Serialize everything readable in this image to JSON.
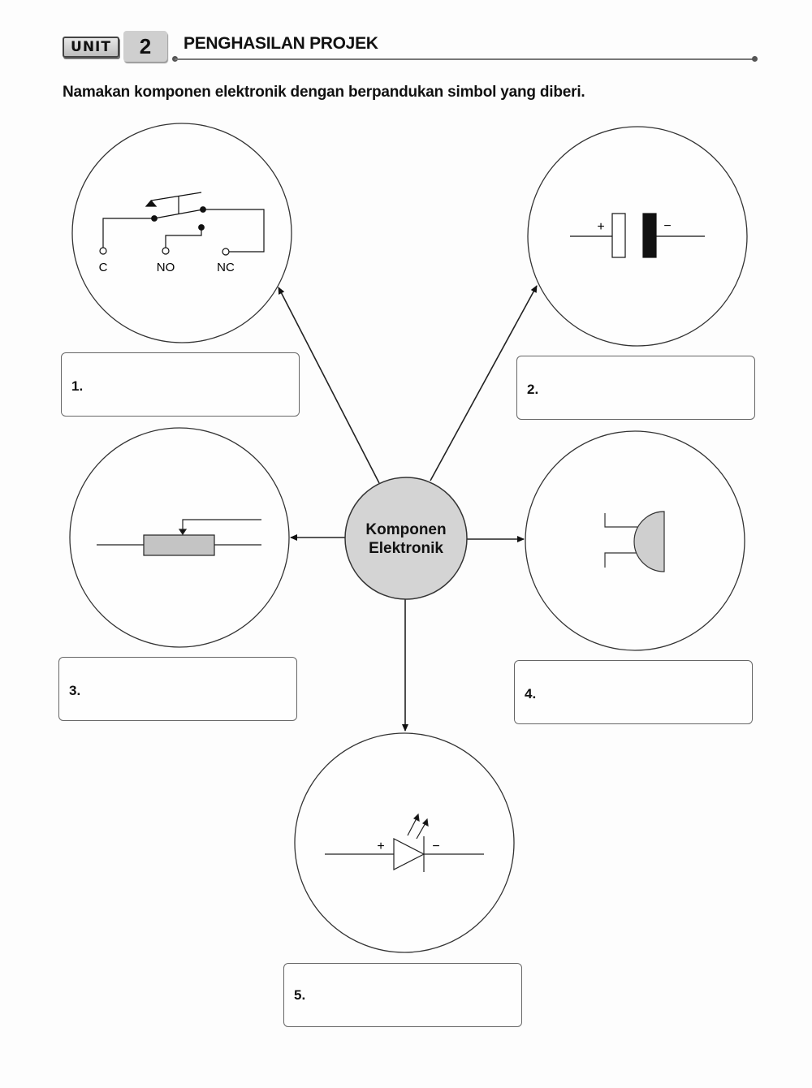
{
  "header": {
    "unit_label": "UNIT",
    "unit_number": "2",
    "title": "PENGHASILAN PROJEK"
  },
  "instruction": "Namakan komponen elektronik dengan berpandukan simbol yang diberi.",
  "hub": {
    "line1": "Komponen",
    "line2": "Elektronik"
  },
  "components": [
    {
      "number": "1.",
      "symbol": "relay-switch",
      "terminal_labels": [
        "C",
        "NO",
        "NC"
      ],
      "answer": ""
    },
    {
      "number": "2.",
      "symbol": "capacitor-polarized",
      "plus": "+",
      "minus": "−",
      "answer": ""
    },
    {
      "number": "3.",
      "symbol": "variable-resistor",
      "answer": ""
    },
    {
      "number": "4.",
      "symbol": "buzzer",
      "answer": ""
    },
    {
      "number": "5.",
      "symbol": "led",
      "plus": "+",
      "minus": "−",
      "answer": ""
    }
  ],
  "colors": {
    "hub_fill": "#d4d4d4",
    "resistor_fill": "#c4c4c4",
    "buzzer_fill": "#cfcfcf",
    "line": "#222222"
  }
}
